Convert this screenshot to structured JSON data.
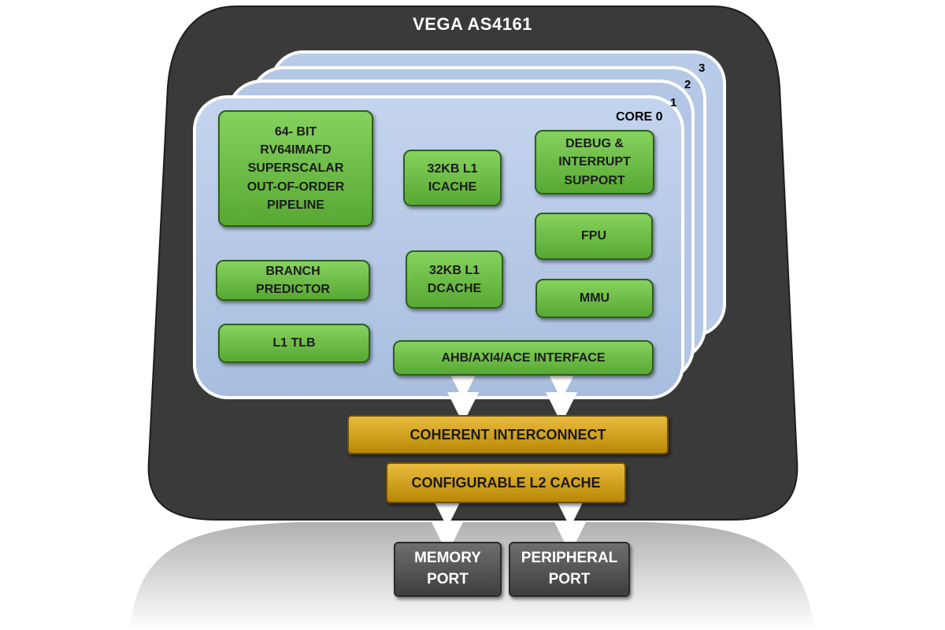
{
  "chip": {
    "title": "VEGA AS4161"
  },
  "cores": {
    "labels": [
      "3",
      "2",
      "1"
    ],
    "core0_label": "CORE 0"
  },
  "blocks": {
    "pipeline": "64- BIT\nRV64IMAFD\nSUPERSCALAR\nOUT-OF-ORDER\nPIPELINE",
    "icache": "32KB L1\nICACHE",
    "debug": "DEBUG &\nINTERRUPT\nSUPPORT",
    "fpu": "FPU",
    "branch": "BRANCH\nPREDICTOR",
    "dcache": "32KB L1\nDCACHE",
    "mmu": "MMU",
    "tlb": "L1 TLB",
    "bus_interface": "AHB/AXI4/ACE INTERFACE"
  },
  "interconnect": "COHERENT INTERCONNECT",
  "l2cache": "CONFIGURABLE  L2 CACHE",
  "ports": {
    "memory": "MEMORY\nPORT",
    "peripheral": "PERIPHERAL\nPORT"
  },
  "colors": {
    "chip_body": "#3a3a3a",
    "core_fill": "#b3c7e6",
    "core_border": "#ffffff",
    "block_green": "#6cc046",
    "block_gold": "#d4a11e",
    "port_gray": "#505050"
  }
}
